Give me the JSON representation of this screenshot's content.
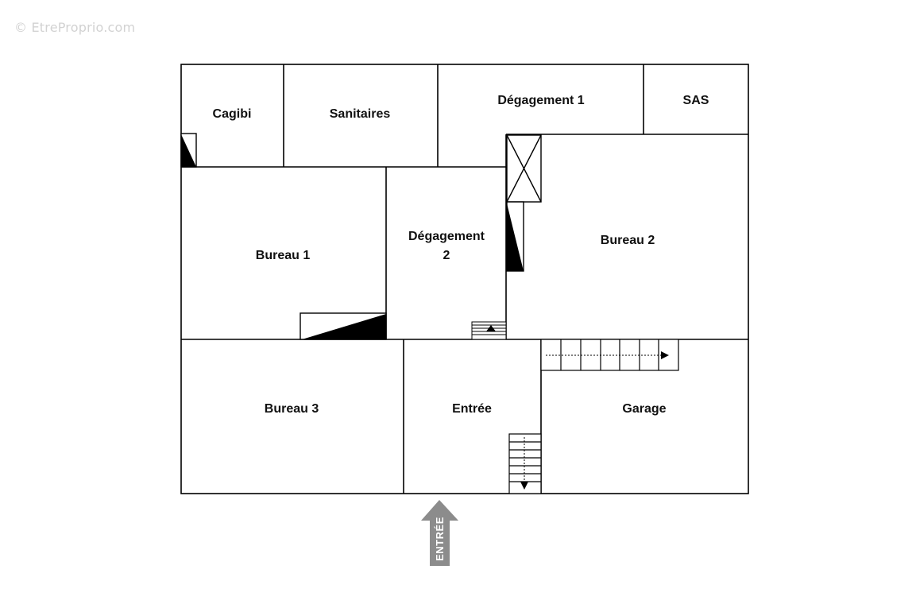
{
  "watermark": "© EtreProprio.com",
  "rooms": {
    "cagibi": "Cagibi",
    "sanitaires": "Sanitaires",
    "degagement1": "Dégagement 1",
    "sas": "SAS",
    "bureau1": "Bureau 1",
    "degagement2_line1": "Dégagement",
    "degagement2_line2": "2",
    "bureau2": "Bureau 2",
    "bureau3": "Bureau 3",
    "entree": "Entrée",
    "garage": "Garage"
  },
  "entrance_arrow": {
    "label": "ENTRÉE",
    "color": "#8c8c8c"
  },
  "colors": {
    "wall": "#000000",
    "background": "#ffffff"
  }
}
